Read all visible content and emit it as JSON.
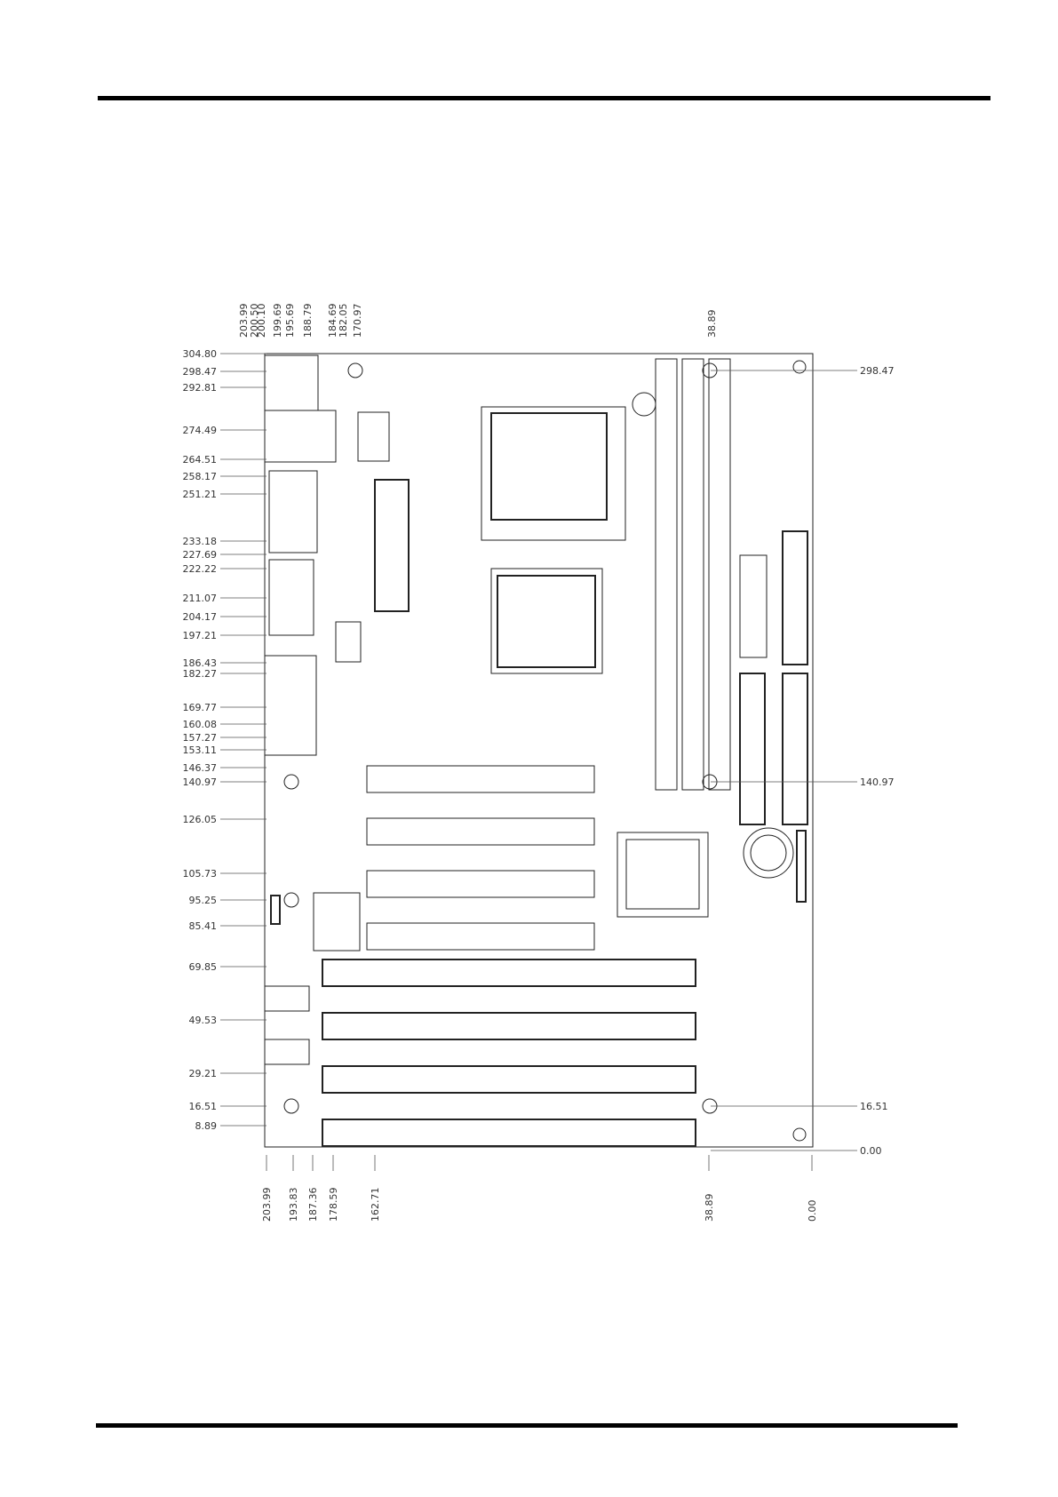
{
  "diagram": {
    "title": "",
    "left_labels": [
      "304.80",
      "298.47",
      "292.81",
      "274.49",
      "264.51",
      "258.17",
      "251.21",
      "233.18",
      "227.69",
      "222.22",
      "211.07",
      "204.17",
      "197.21",
      "186.43",
      "182.27",
      "169.77",
      "160.08",
      "157.27",
      "153.11",
      "146.37",
      "140.97",
      "126.05",
      "105.73",
      "95.25",
      "85.41",
      "69.85",
      "49.53",
      "29.21",
      "16.51",
      "8.89"
    ],
    "top_labels": [
      "203.99",
      "200.50",
      "200.10",
      "199.69",
      "195.69",
      "188.79",
      "184.69",
      "182.05",
      "170.97",
      "38.89"
    ],
    "right_labels": [
      "298.47",
      "140.97",
      "16.51",
      "0.00"
    ],
    "bottom_labels": [
      "203.99",
      "193.83",
      "187.36",
      "178.59",
      "162.71",
      "38.89",
      "0.00"
    ]
  }
}
